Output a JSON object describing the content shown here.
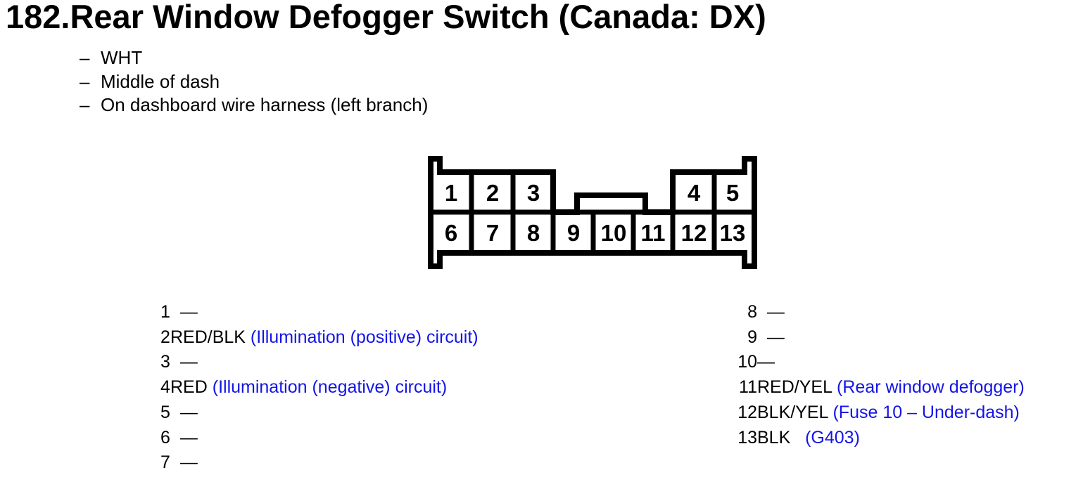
{
  "title": "182.Rear Window Defogger Switch (Canada: DX)",
  "notes": {
    "marker": "–",
    "items": [
      "WHT",
      "Middle of dash",
      "On dashboard wire harness (left branch)"
    ]
  },
  "connector": {
    "top": [
      "1",
      "2",
      "3",
      "4",
      "5"
    ],
    "bottom": [
      "6",
      "7",
      "8",
      "9",
      "10",
      "11",
      "12",
      "13"
    ]
  },
  "pins": {
    "left": [
      {
        "num": "1",
        "wire": "  —",
        "note": ""
      },
      {
        "num": "2",
        "wire": "RED/BLK",
        "note": " (Illumination (positive) circuit)"
      },
      {
        "num": "3",
        "wire": "  —",
        "note": ""
      },
      {
        "num": "4",
        "wire": "RED",
        "note": " (Illumination (negative) circuit)"
      },
      {
        "num": "5",
        "wire": "  —",
        "note": ""
      },
      {
        "num": "6",
        "wire": "  —",
        "note": ""
      },
      {
        "num": "7",
        "wire": "  —",
        "note": ""
      }
    ],
    "right": [
      {
        "num": "8",
        "wire": "  —",
        "note": ""
      },
      {
        "num": "9",
        "wire": "  —",
        "note": ""
      },
      {
        "num": "10",
        "wire": "—",
        "note": ""
      },
      {
        "num": "11",
        "wire": "RED/YEL",
        "note": " (Rear window defogger)"
      },
      {
        "num": "12",
        "wire": "BLK/YEL",
        "note": " (Fuse 10 – Under-dash)"
      },
      {
        "num": "13",
        "wire": "BLK",
        "note": "   (G403)"
      }
    ]
  },
  "colors": {
    "text": "#000000",
    "circuit_link_blue": "#1414e8",
    "background": "#ffffff"
  }
}
